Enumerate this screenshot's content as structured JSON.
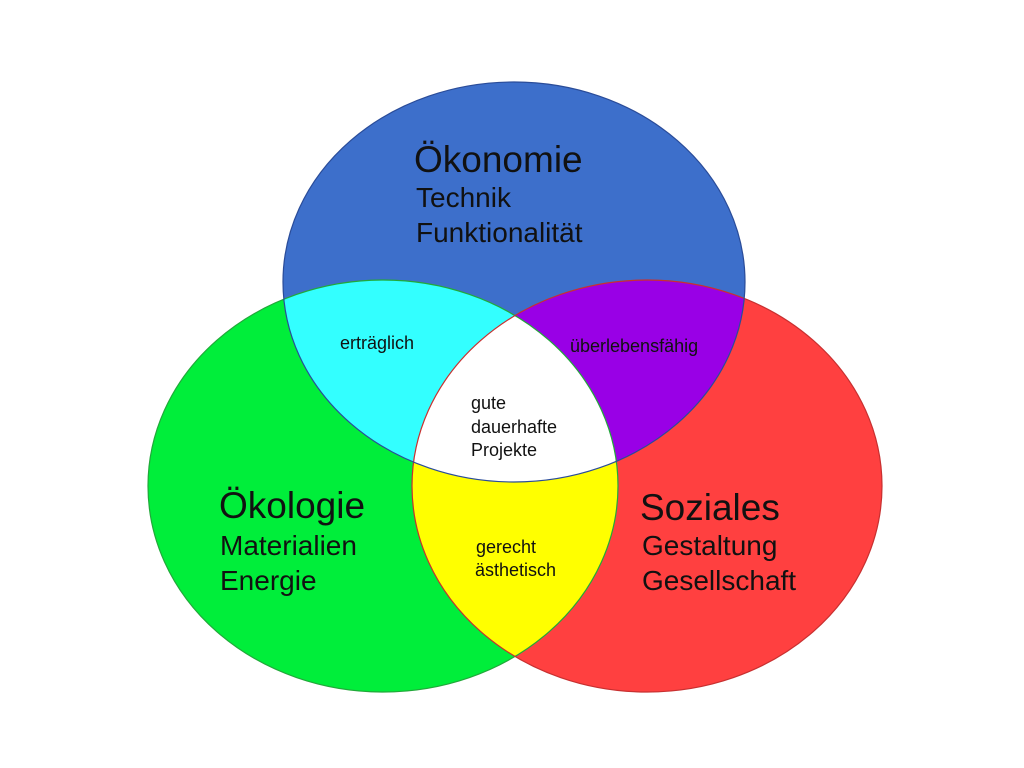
{
  "diagram": {
    "type": "venn-3",
    "circles": [
      {
        "id": "oekonomie",
        "title": "Ökonomie",
        "lines": [
          "Technik",
          "Funktionalität"
        ],
        "color": "#3d6fcb"
      },
      {
        "id": "oekologie",
        "title": "Ökologie",
        "lines": [
          "Materialien",
          "Energie"
        ],
        "color": "#00ee3a"
      },
      {
        "id": "soziales",
        "title": "Soziales",
        "lines": [
          "Gestaltung",
          "Gesellschaft"
        ],
        "color": "#ff4040"
      }
    ],
    "intersections": {
      "oekonomie_oekologie": {
        "lines": [
          "erträglich"
        ],
        "color": "#33ffff"
      },
      "oekonomie_soziales": {
        "lines": [
          "überlebensfähig"
        ],
        "color": "#9900e6"
      },
      "oekologie_soziales": {
        "lines": [
          "gerecht",
          "ästhetisch"
        ],
        "color": "#ffff00"
      },
      "center": {
        "lines": [
          "gute",
          "dauerhafte",
          "Projekte"
        ],
        "color": "#ffffff"
      }
    }
  }
}
